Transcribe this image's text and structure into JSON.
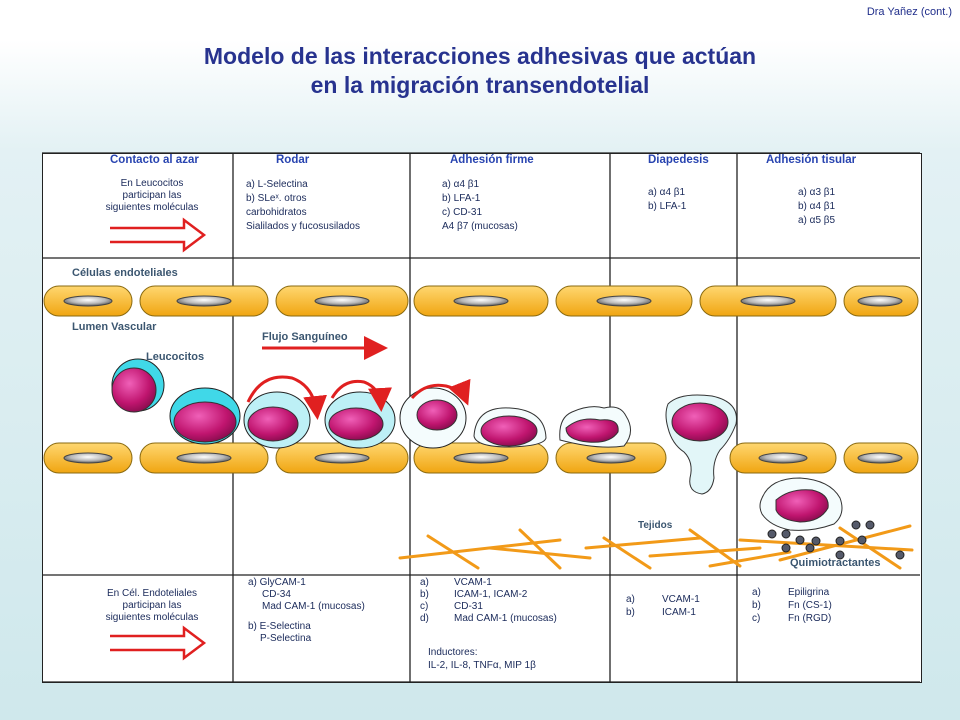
{
  "credit": "Dra Yañez (cont.)",
  "title": {
    "line1": "Modelo de las interacciones adhesivas que actúan",
    "line2": "en la migración transendotelial"
  },
  "stages": [
    "Contacto  al azar",
    "Rodar",
    "Adhesión firme",
    "Diapedesis",
    "Adhesión tisular"
  ],
  "leukocyte_molecules": {
    "intro": [
      "En Leucocitos",
      "participan las",
      "siguientes moléculas"
    ],
    "rodar": [
      "a) L-Selectina",
      "b) SLeˣ. otros",
      "carbohidratos",
      "Sialilados y fucosusilados"
    ],
    "adhesion_firme": [
      "a) α4 β1",
      "b) LFA-1",
      "c) CD-31",
      "A4 β7 (mucosas)"
    ],
    "diapedesis": [
      "a) α4 β1",
      "b) LFA-1"
    ],
    "adhesion_tisular": [
      "a) α3 β1",
      "b) α4 β1",
      "a) α5 β5"
    ]
  },
  "labels": {
    "endothelial_cells": "Células endoteliales",
    "lumen": "Lumen Vascular",
    "leukocytes": "Leucocitos",
    "blood_flow": "Flujo Sanguíneo",
    "tissues": "Tejidos",
    "chemoattractants": "Quimiotractantes"
  },
  "endothelial_molecules": {
    "intro": [
      "En Cél. Endoteliales",
      "participan las",
      "siguientes moléculas"
    ],
    "rodar": [
      "a) GlyCAM-1",
      "CD-34",
      "Mad CAM-1 (mucosas)",
      "b) E-Selectina",
      "P-Selectina"
    ],
    "adhesion_firme": [
      {
        "k": "a)",
        "v": "VCAM-1"
      },
      {
        "k": "b)",
        "v": "ICAM-1, ICAM-2"
      },
      {
        "k": "c)",
        "v": "CD-31"
      },
      {
        "k": "d)",
        "v": "Mad CAM-1 (mucosas)"
      }
    ],
    "inductores_title": "Inductores:",
    "inductores": "IL-2, IL-8, TNFα, MIP 1β",
    "diapedesis": [
      {
        "k": "a)",
        "v": "VCAM-1"
      },
      {
        "k": "b)",
        "v": "ICAM-1"
      }
    ],
    "adhesion_tisular": [
      {
        "k": "a)",
        "v": "Epiligrina"
      },
      {
        "k": "b)",
        "v": "Fn (CS-1)"
      },
      {
        "k": "c)",
        "v": "Fn (RGD)"
      }
    ]
  },
  "colors": {
    "title": "#27338f",
    "endothelium": "#f4b41e",
    "nucleus": "#c0156f",
    "arrow": "#e02020",
    "fibers": "#f29a18",
    "cell_cyan": "#40d8e8"
  }
}
